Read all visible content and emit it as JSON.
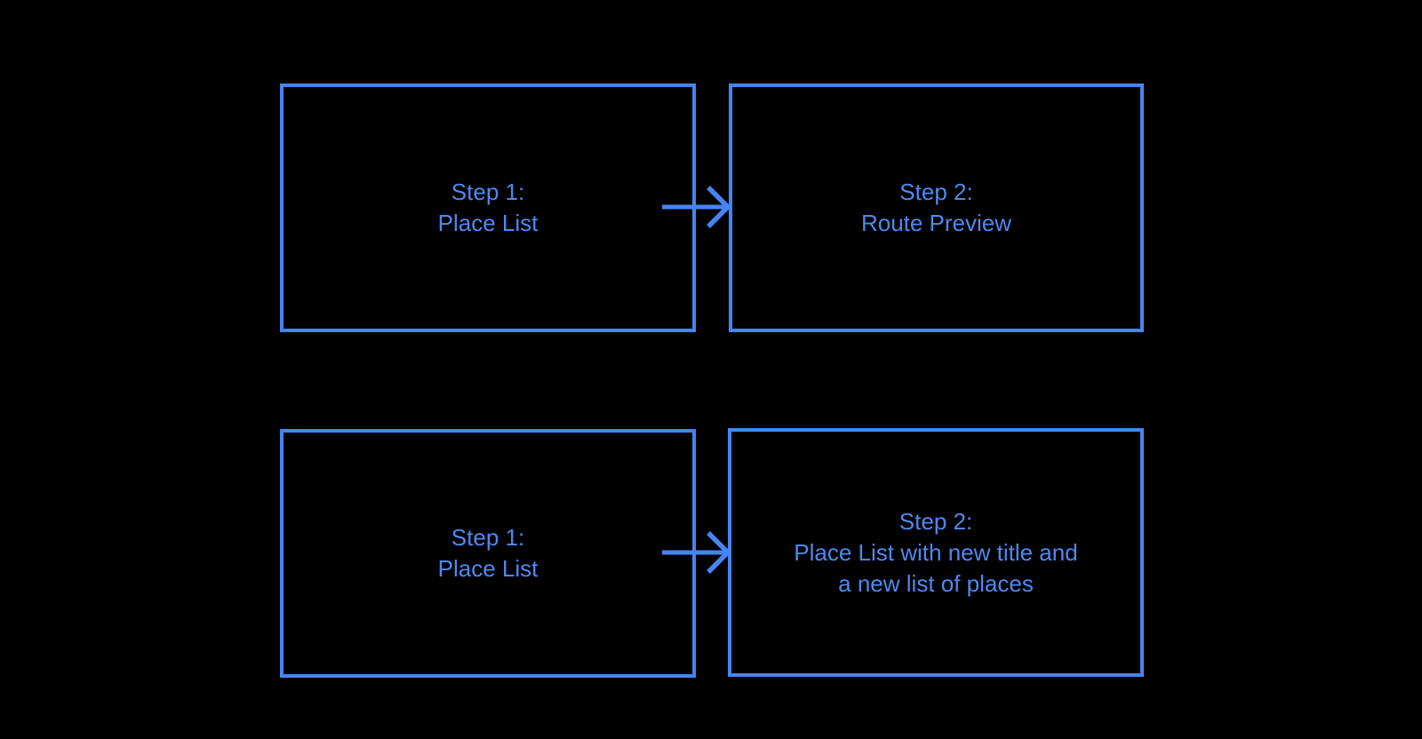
{
  "colors": {
    "background": "#000000",
    "box_border": "#4684F2",
    "text": "#4E88F0",
    "arrow": "#4684F2"
  },
  "boxes": [
    {
      "name": "step-1-place-list-top",
      "lines": [
        "Step 1:",
        "Place List"
      ]
    },
    {
      "name": "step-2-route-preview",
      "lines": [
        "Step 2:",
        "Route Preview"
      ]
    },
    {
      "name": "step-1-place-list-bottom",
      "lines": [
        "Step 1:",
        "Place List"
      ]
    },
    {
      "name": "step-2-place-list-updated",
      "lines": [
        "Step 2:",
        "Place List with new title and",
        "a new list of places"
      ]
    }
  ],
  "arrows": [
    {
      "name": "flow-arrow-top",
      "direction": "right"
    },
    {
      "name": "flow-arrow-bottom",
      "direction": "right"
    }
  ]
}
